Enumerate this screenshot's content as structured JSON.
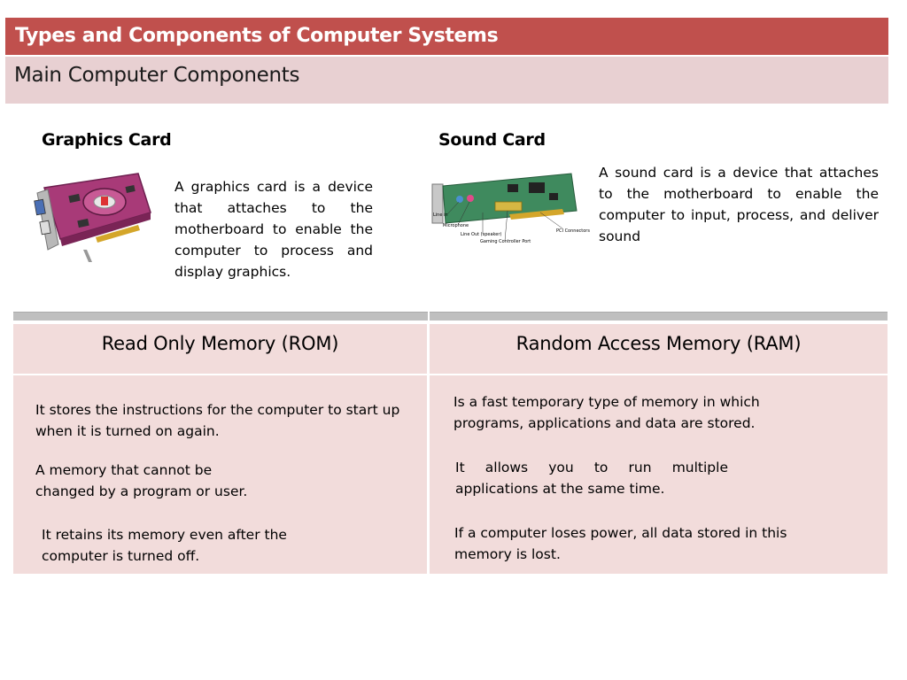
{
  "header": {
    "title": "Types and Components of Computer Systems",
    "subtitle": "Main Computer Components"
  },
  "graphics": {
    "heading": "Graphics Card",
    "description": "A graphics card is a device that attaches to the motherboard to enable the computer to process and display graphics."
  },
  "sound": {
    "heading": "Sound Card",
    "description": "A sound card is a device that attaches to the motherboard to enable the computer to input, process, and deliver sound",
    "labels": {
      "line_in": "Line in",
      "microphone": "Microphone",
      "line_out": "Line Out (speaker)",
      "gaming": "Gaming Controller Port",
      "pci": "PCI Connectors"
    }
  },
  "table": {
    "rom": {
      "heading": "Read Only Memory (ROM)",
      "points": [
        "It stores the instructions for the computer to start up when it is turned on again.",
        "A memory that cannot be changed by a program or user.",
        "It retains its memory even after the computer is turned off."
      ]
    },
    "ram": {
      "heading": "Random Access Memory (RAM)",
      "points": [
        "Is a fast temporary type of memory in which programs, applications and data are stored.",
        "It allows you to run multiple applications at the same time.",
        "If a computer loses power, all data stored in this memory is lost."
      ]
    }
  }
}
